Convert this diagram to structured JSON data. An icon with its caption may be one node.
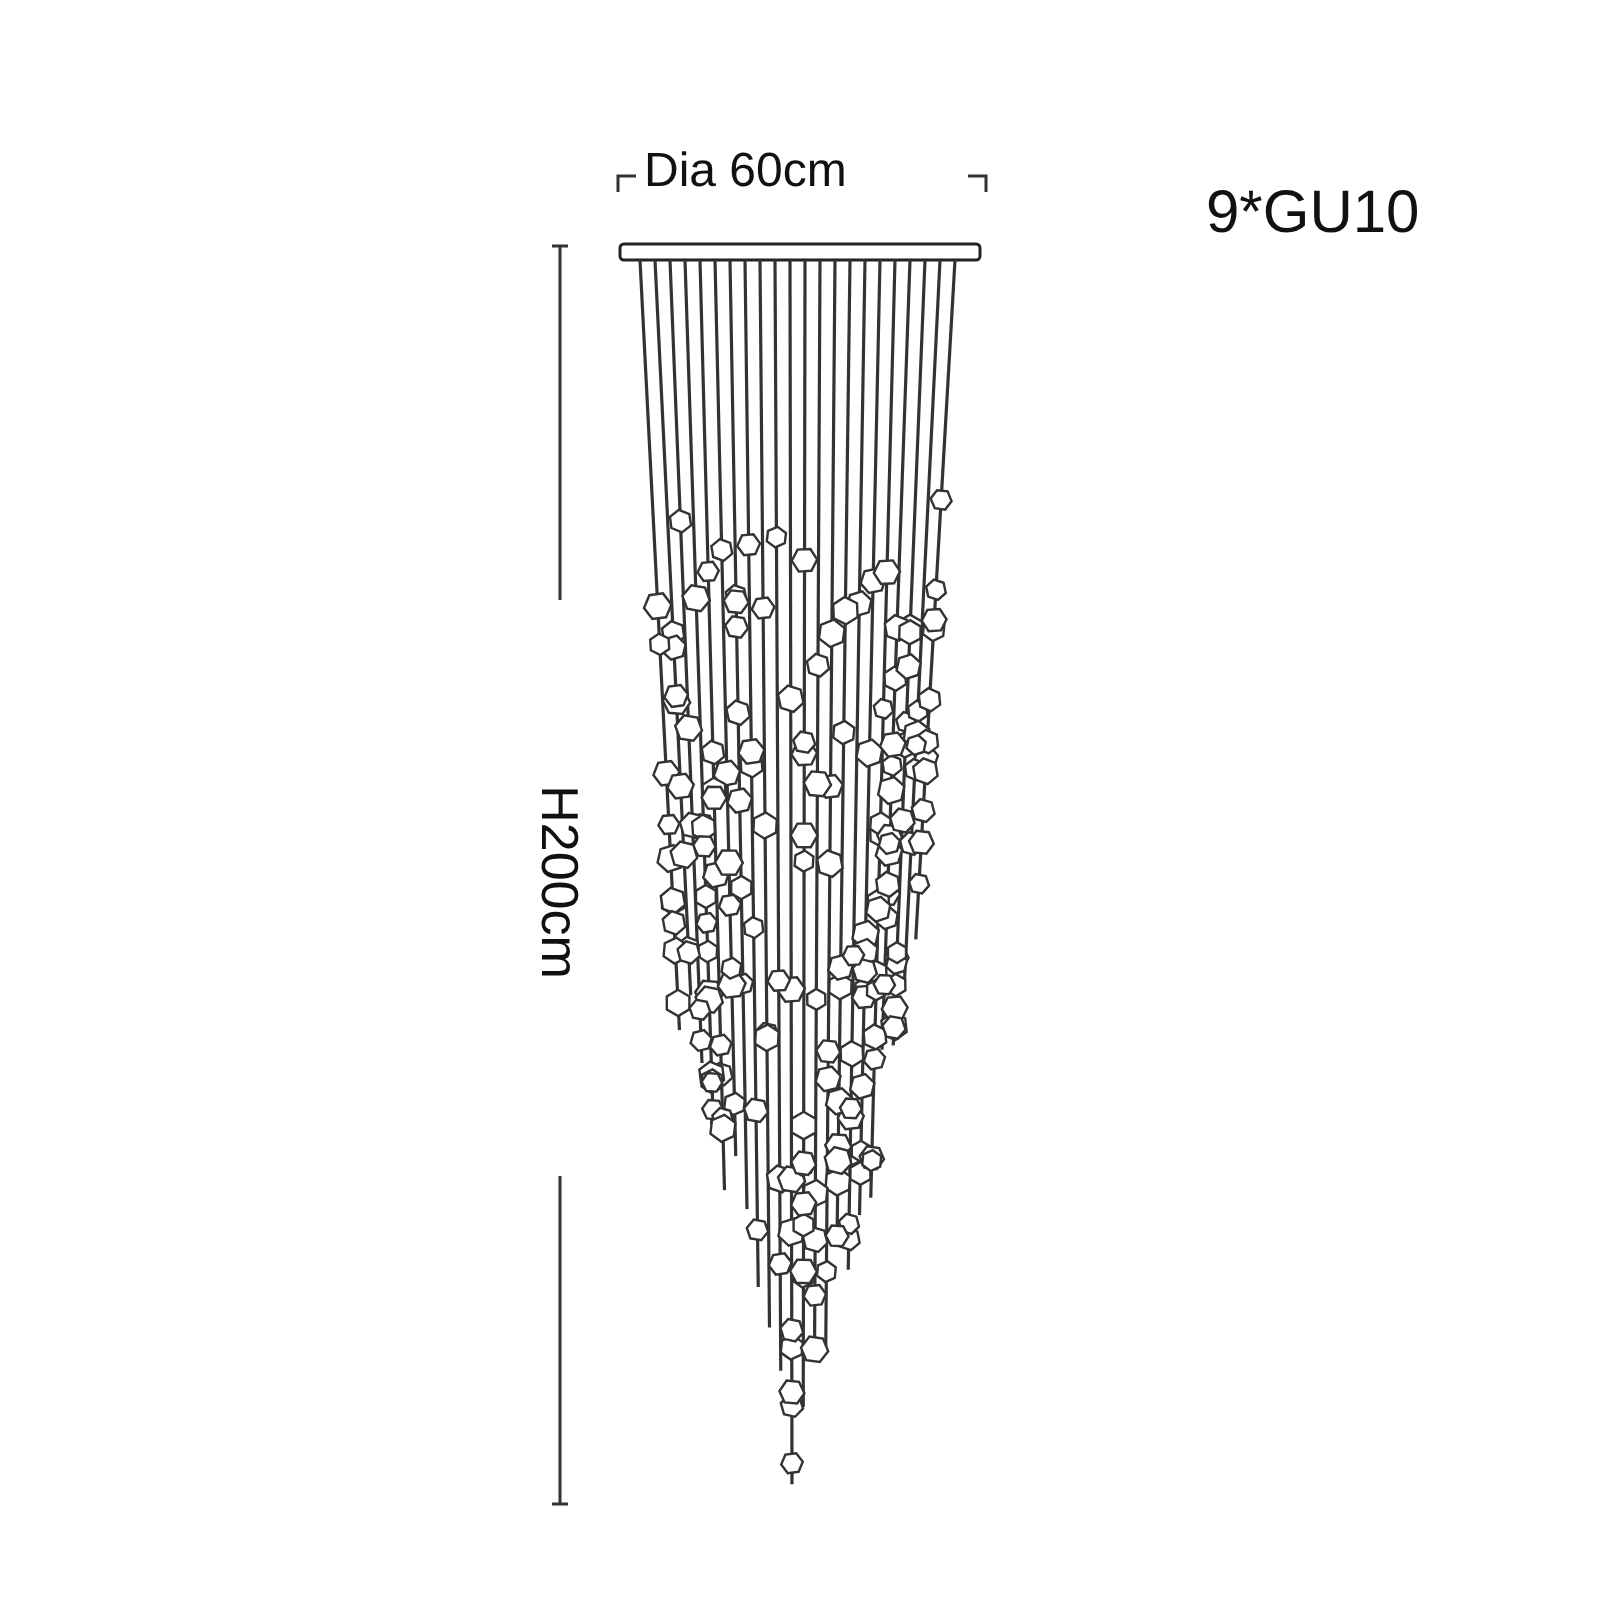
{
  "diagram": {
    "labels": [
      "Dia 60cm",
      "9*GU10",
      "H200cm"
    ]
  }
}
